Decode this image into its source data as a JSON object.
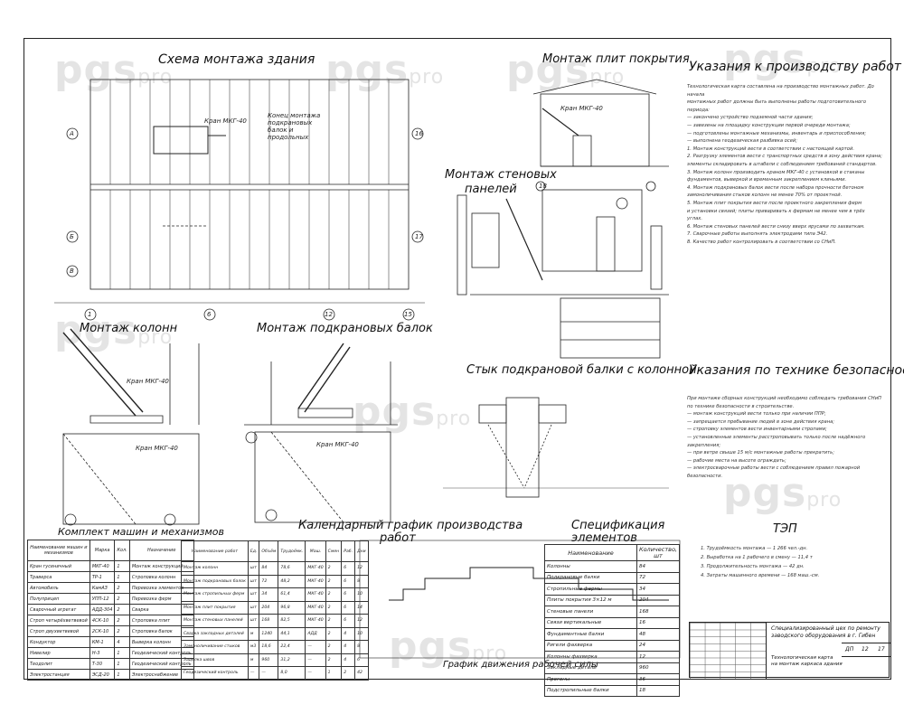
{
  "titles": {
    "scheme": "Схема монтажа здания",
    "roof": "Монтаж плит покрытия",
    "instructions": "Указания к производству работ",
    "walls_line1": "Монтаж стеновых",
    "walls_line2": "панелей",
    "columns": "Монтаж колонн",
    "crane_beams": "Монтаж подкрановых балок",
    "joint": "Стык подкрановой балки с колонной",
    "safety": "Указания по технике безопасности",
    "machines": "Комплект машин и механизмов",
    "calendar_line1": "Календарный график производства",
    "calendar_line2": "работ",
    "spec_line1": "Спецификация",
    "spec_line2": "элементов",
    "tep": "ТЭП",
    "workforce": "График движения рабочей силы"
  },
  "watermark": {
    "brand": "pgs",
    "suffix": "pro"
  },
  "labels": {
    "crane1": "Кран МКГ-40",
    "crane2": "Кран МКГ-40",
    "crane3": "Кран МКГ-40",
    "crane4": "Кран МКГ-40",
    "crane_roof": "Кран МКГ-40",
    "mount_dir": "Конец монтажа подкрановых балок и продольных",
    "axis_a": "А",
    "axis_b": "Б",
    "axis_v": "В",
    "axis_1": "1",
    "axis_6": "6",
    "axis_12": "12",
    "axis_15": "15",
    "axis_16": "16",
    "axis_17": "17",
    "axis_18": "18"
  },
  "instructions_text": [
    "Технологическая карта составлена на производство монтажных работ. До начала",
    "монтажных работ должны быть выполнены работы подготовительного периода:",
    "— закончено устройство подземной части здания;",
    "— завезены на площадку конструкции первой очереди монтажа;",
    "— подготовлены монтажные механизмы, инвентарь и приспособления;",
    "— выполнена геодезическая разбивка осей;",
    "1. Монтаж конструкций вести в соответствии с настоящей картой.",
    "2. Разгрузку элементов вести с транспортных средств в зону действия крана;",
    "элементы складировать в штабели с соблюдением требований стандартов.",
    "3. Монтаж колонн производить краном МКГ-40 с установкой в стаканы",
    "фундаментов, выверкой и временным закреплением клиньями.",
    "4. Монтаж подкрановых балок вести после набора прочности бетоном",
    "замоноличивания стыков колонн не менее 70% от проектной.",
    "5. Монтаж плит покрытия вести после проектного закрепления ферм",
    "и установки связей; плиты приваривать к фермам не менее чем в трёх",
    "углах.",
    "6. Монтаж стеновых панелей вести снизу вверх ярусами по захваткам.",
    "7. Сварочные работы выполнять электродами типа Э42.",
    "8. Качество работ контролировать в соответствии со СНиП."
  ],
  "safety_text": [
    "При монтаже сборных конструкций необходимо соблюдать требования СНиП",
    "по технике безопасности в строительстве.",
    "— монтаж конструкций вести только при наличии ППР;",
    "— запрещается пребывание людей в зоне действия крана;",
    "— строповку элементов вести инвентарными стропами;",
    "— установленные элементы расстроповывать только после надёжного",
    "закрепления;",
    "— при ветре свыше 15 м/с монтажные работы прекратить;",
    "— рабочие места на высоте ограждать;",
    "— электросварочные работы вести с соблюдением правил пожарной",
    "безопасности."
  ],
  "tep_text": [
    "1. Трудоёмкость монтажа — 1 266 чел.-дн.",
    "2. Выработка на 1 рабочего в смену — 11,4 т",
    "3. Продолжительность монтажа — 42 дн.",
    "4. Затраты машинного времени — 168 маш.-см."
  ],
  "machines": {
    "headers": [
      "Наименование машин и механизмов",
      "Марка",
      "Кол.",
      "Назначение"
    ],
    "rows": [
      [
        "Кран гусеничный",
        "МКГ-40",
        "1",
        "Монтаж конструкций"
      ],
      [
        "Траверса",
        "ТР-1",
        "1",
        "Строповка колонн"
      ],
      [
        "Автомобиль",
        "КамАЗ",
        "2",
        "Перевозка элементов"
      ],
      [
        "Полуприцеп",
        "УПП-12",
        "2",
        "Перевозка ферм"
      ],
      [
        "Сварочный агрегат",
        "АДД-304",
        "2",
        "Сварка"
      ],
      [
        "Строп четырёхветвевой",
        "4СК-10",
        "2",
        "Строповка плит"
      ],
      [
        "Строп двухветвевой",
        "2СК-10",
        "2",
        "Строповка балок"
      ],
      [
        "Кондуктор",
        "КМ-1",
        "4",
        "Выверка колонн"
      ],
      [
        "Нивелир",
        "Н-3",
        "1",
        "Геодезический контроль"
      ],
      [
        "Теодолит",
        "Т-30",
        "1",
        "Геодезический контроль"
      ],
      [
        "Электростанция",
        "ЭСД-20",
        "1",
        "Электроснабжение"
      ]
    ]
  },
  "calendar": {
    "headers": [
      "Наименование работ",
      "Ед.",
      "Объём",
      "Трудоёмк.",
      "Маш.",
      "Смен",
      "Раб.",
      "Дни"
    ],
    "rows": [
      [
        "Монтаж колонн",
        "шт",
        "84",
        "78,6",
        "МКГ-40",
        "2",
        "6",
        "12"
      ],
      [
        "Монтаж подкрановых балок",
        "шт",
        "72",
        "48,2",
        "МКГ-40",
        "2",
        "6",
        "8"
      ],
      [
        "Монтаж стропильных ферм",
        "шт",
        "34",
        "61,4",
        "МКГ-40",
        "2",
        "6",
        "10"
      ],
      [
        "Монтаж плит покрытия",
        "шт",
        "204",
        "96,8",
        "МКГ-40",
        "2",
        "6",
        "14"
      ],
      [
        "Монтаж стеновых панелей",
        "шт",
        "168",
        "82,5",
        "МКГ-40",
        "2",
        "6",
        "12"
      ],
      [
        "Сварка закладных деталей",
        "м",
        "1240",
        "44,1",
        "АДД",
        "2",
        "4",
        "10"
      ],
      [
        "Замоноличивание стыков",
        "м3",
        "18,6",
        "22,4",
        "—",
        "2",
        "4",
        "8"
      ],
      [
        "Заделка швов",
        "м",
        "960",
        "31,2",
        "—",
        "2",
        "4",
        "6"
      ],
      [
        "Геодезический контроль",
        "—",
        "—",
        "8,0",
        "—",
        "1",
        "2",
        "42"
      ]
    ]
  },
  "spec": {
    "headers": [
      "Наименование",
      "Количество, шт"
    ],
    "rows": [
      [
        "Колонны",
        "84"
      ],
      [
        "Подкрановые балки",
        "72"
      ],
      [
        "Стропильные фермы",
        "34"
      ],
      [
        "Плиты покрытия 3×12 м",
        "204"
      ],
      [
        "Стеновые панели",
        "168"
      ],
      [
        "Связи вертикальные",
        "16"
      ],
      [
        "Фундаментные балки",
        "48"
      ],
      [
        "Ригели фахверка",
        "24"
      ],
      [
        "Колонны фахверка",
        "12"
      ],
      [
        "Закладные детали",
        "960"
      ],
      [
        "Прогоны",
        "36"
      ],
      [
        "Подстропильные балки",
        "18"
      ]
    ]
  },
  "stamp": {
    "title_line1": "Специализированный цех по ремонту",
    "title_line2": "заводского оборудования в г. Гибен",
    "sub_line1": "Технологическая карта",
    "sub_line2": "на монтаж каркаса здания",
    "stage": "ДП",
    "sheet": "12",
    "sheets": "17"
  }
}
